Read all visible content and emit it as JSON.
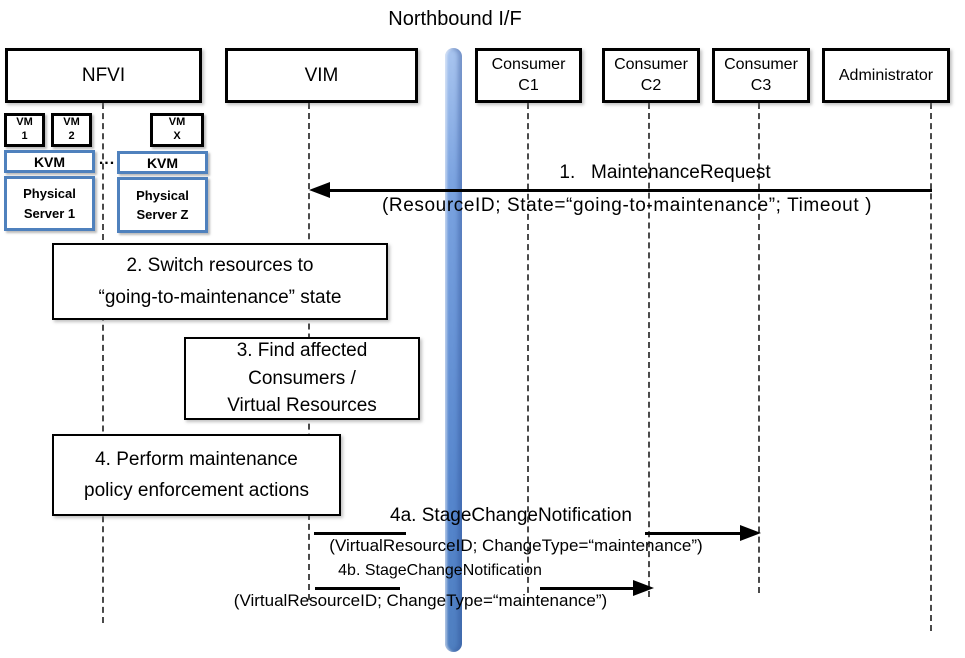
{
  "title": "Northbound I/F",
  "actors": {
    "nfvi": {
      "label": "NFVI"
    },
    "vim": {
      "label": "VIM"
    },
    "c1": {
      "line1": "Consumer",
      "line2": "C1"
    },
    "c2": {
      "line1": "Consumer",
      "line2": "C2"
    },
    "c3": {
      "line1": "Consumer",
      "line2": "C3"
    },
    "admin": {
      "label": "Administrator"
    }
  },
  "nfvi_detail": {
    "vm1": {
      "line1": "VM",
      "line2": "1"
    },
    "vm2": {
      "line1": "VM",
      "line2": "2"
    },
    "vmx": {
      "line1": "VM",
      "line2": "X"
    },
    "kvm_left": {
      "label": "KVM"
    },
    "kvm_right": {
      "label": "KVM"
    },
    "ellipsis": "...",
    "server_left": {
      "line1": "Physical",
      "line2": "Server 1"
    },
    "server_right": {
      "line1": "Physical",
      "line2": "Server Z"
    }
  },
  "steps": {
    "step2": {
      "line1": "2. Switch resources to",
      "line2": "“going-to-maintenance” state"
    },
    "step3": {
      "line1": "3. Find affected",
      "line2": "Consumers /",
      "line3": "Virtual Resources"
    },
    "step4": {
      "line1": "4. Perform maintenance",
      "line2": "policy enforcement actions"
    }
  },
  "messages": {
    "m1": {
      "label": "1.   MaintenanceRequest",
      "params": "(ResourceID; State=“going-to-maintenance”; Timeout )"
    },
    "m4a": {
      "label": "4a. StageChangeNotification",
      "params": "(VirtualResourceID; ChangeType=“maintenance”)"
    },
    "m4b": {
      "label": "4b. StageChangeNotification",
      "params": "(VirtualResourceID; ChangeType=“maintenance”)"
    }
  },
  "colors": {
    "accent_blue": "#4f81bd",
    "bar_light": "#a9c5ef",
    "bar_dark": "#4f7fc0"
  }
}
